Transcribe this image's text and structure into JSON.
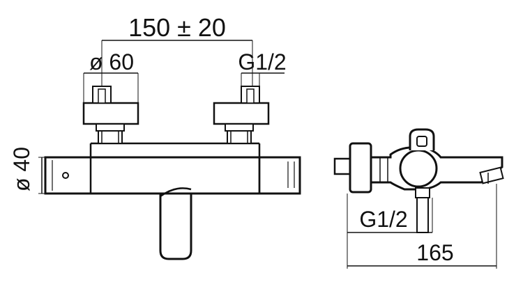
{
  "drawing": {
    "front_view": {
      "dim_centers": "150 ± 20",
      "dim_handle_diameter": "ø 60",
      "dim_inlet_thread": "G1/2",
      "dim_body_diameter": "ø 40"
    },
    "side_view": {
      "dim_outlet_thread": "G1/2",
      "dim_total_depth": "165"
    }
  }
}
